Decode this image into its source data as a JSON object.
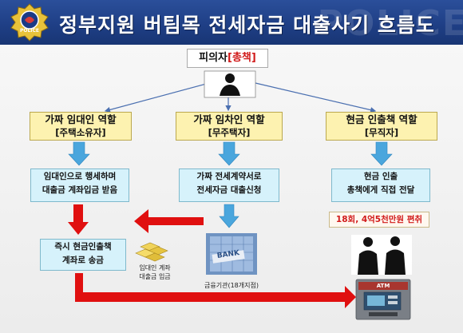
{
  "header": {
    "title": "정부지원 버팀목 전세자금 대출사기 흐름도",
    "watermark": "POLICE",
    "logo_text": "POLICE"
  },
  "suspect": {
    "label": "피의자",
    "emphasis": "[총책]"
  },
  "roles": {
    "landlord": {
      "title": "가짜 임대인 역할",
      "sub": "[주택소유자]"
    },
    "tenant": {
      "title": "가짜 임차인 역할",
      "sub": "[무주택자]"
    },
    "withdrawer": {
      "title": "현금 인출책 역할",
      "sub": "[무직자]"
    }
  },
  "actions": {
    "landlord": {
      "line1": "임대인으로 행세하며",
      "line2": "대출금 계좌입금 받음"
    },
    "tenant": {
      "line1": "가짜 전세계약서로",
      "line2": "전세자금 대출신청"
    },
    "withdrawer": {
      "line1": "현금 인출",
      "line2": "총책에게 직접 전달"
    },
    "transfer": {
      "line1": "즉시 현금인출책",
      "line2": "계좌로 송금"
    }
  },
  "note": "18회, 4억5천만원 편취",
  "captions": {
    "deposit_line1": "임대인 계좌",
    "deposit_line2": "대출금 입금",
    "bank": "금융기관(18개지점)",
    "bank_sign": "BANK",
    "atm_sign": "ATM"
  },
  "colors": {
    "header_blue": "#1f3f86",
    "role_box": "#fdf2b0",
    "action_box": "#d6f2fb",
    "arrow_blue": "#4aa6dd",
    "arrow_red": "#e01010",
    "accent_red": "#d11a1a"
  }
}
